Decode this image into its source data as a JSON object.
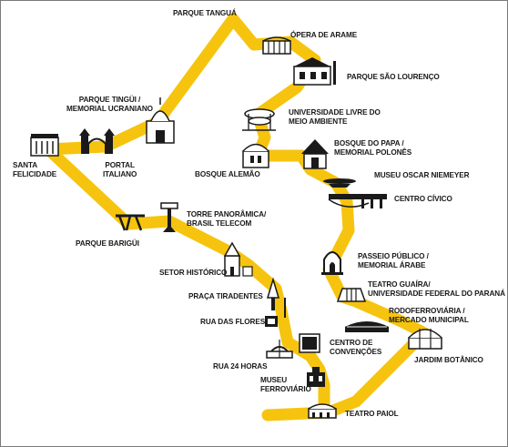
{
  "route_color": "#F6C40E",
  "icon_color": "#1a1a1a",
  "stops": {
    "parque_tangua": {
      "lines": [
        "PARQUE TANGUÁ"
      ]
    },
    "opera_de_arame": {
      "lines": [
        "ÓPERA DE ARAME"
      ]
    },
    "parque_sao_lourenco": {
      "lines": [
        "PARQUE SÃO LOURENÇO"
      ]
    },
    "universidade_livre": {
      "lines": [
        "UNIVERSIDADE LIVRE DO",
        "MEIO AMBIENTE"
      ]
    },
    "parque_tingui": {
      "lines": [
        "PARQUE TINGÜI /",
        "MEMORIAL UCRANIANO"
      ]
    },
    "bosque_do_papa": {
      "lines": [
        "BOSQUE DO PAPA /",
        "MEMORIAL POLONÊS"
      ]
    },
    "santa_felicidade": {
      "lines": [
        "SANTA",
        "FELICIDADE"
      ]
    },
    "portal_italiano": {
      "lines": [
        "PORTAL",
        "ITALIANO"
      ]
    },
    "bosque_alemao": {
      "lines": [
        "BOSQUE ALEMÃO"
      ]
    },
    "museu_oscar_niemeyer": {
      "lines": [
        "MUSEU OSCAR NIEMEYER"
      ]
    },
    "centro_civico": {
      "lines": [
        "CENTRO CÍVICO"
      ]
    },
    "torre_panoramica": {
      "lines": [
        "TORRE PANORÂMICA/",
        "BRASIL TELECOM"
      ]
    },
    "parque_barigui": {
      "lines": [
        "PARQUE BARIGÜI"
      ]
    },
    "passeio_publico": {
      "lines": [
        "PASSEIO PÚBLICO /",
        "MEMORIAL ÁRABE"
      ]
    },
    "setor_historico": {
      "lines": [
        "SETOR HISTÓRICO"
      ]
    },
    "teatro_guaira": {
      "lines": [
        "TEATRO GUAÍRA/",
        "UNIVERSIDADE FEDERAL DO PARANÁ"
      ]
    },
    "praca_tiradentes": {
      "lines": [
        "PRAÇA TIRADENTES"
      ]
    },
    "rodoferroviaria": {
      "lines": [
        "RODOFERROVIÁRIA /",
        "MERCADO MUNICIPAL"
      ]
    },
    "rua_das_flores": {
      "lines": [
        "RUA DAS FLORES"
      ]
    },
    "centro_de_convencoes": {
      "lines": [
        "CENTRO DE",
        "CONVENÇÕES"
      ]
    },
    "jardim_botanico": {
      "lines": [
        "JARDIM BOTÂNICO"
      ]
    },
    "rua_24_horas": {
      "lines": [
        "RUA 24 HORAS"
      ]
    },
    "museu_ferroviario": {
      "lines": [
        "MUSEU",
        "FERROVIÁRIO"
      ]
    },
    "teatro_paiol": {
      "lines": [
        "TEATRO PAIOL"
      ]
    }
  }
}
